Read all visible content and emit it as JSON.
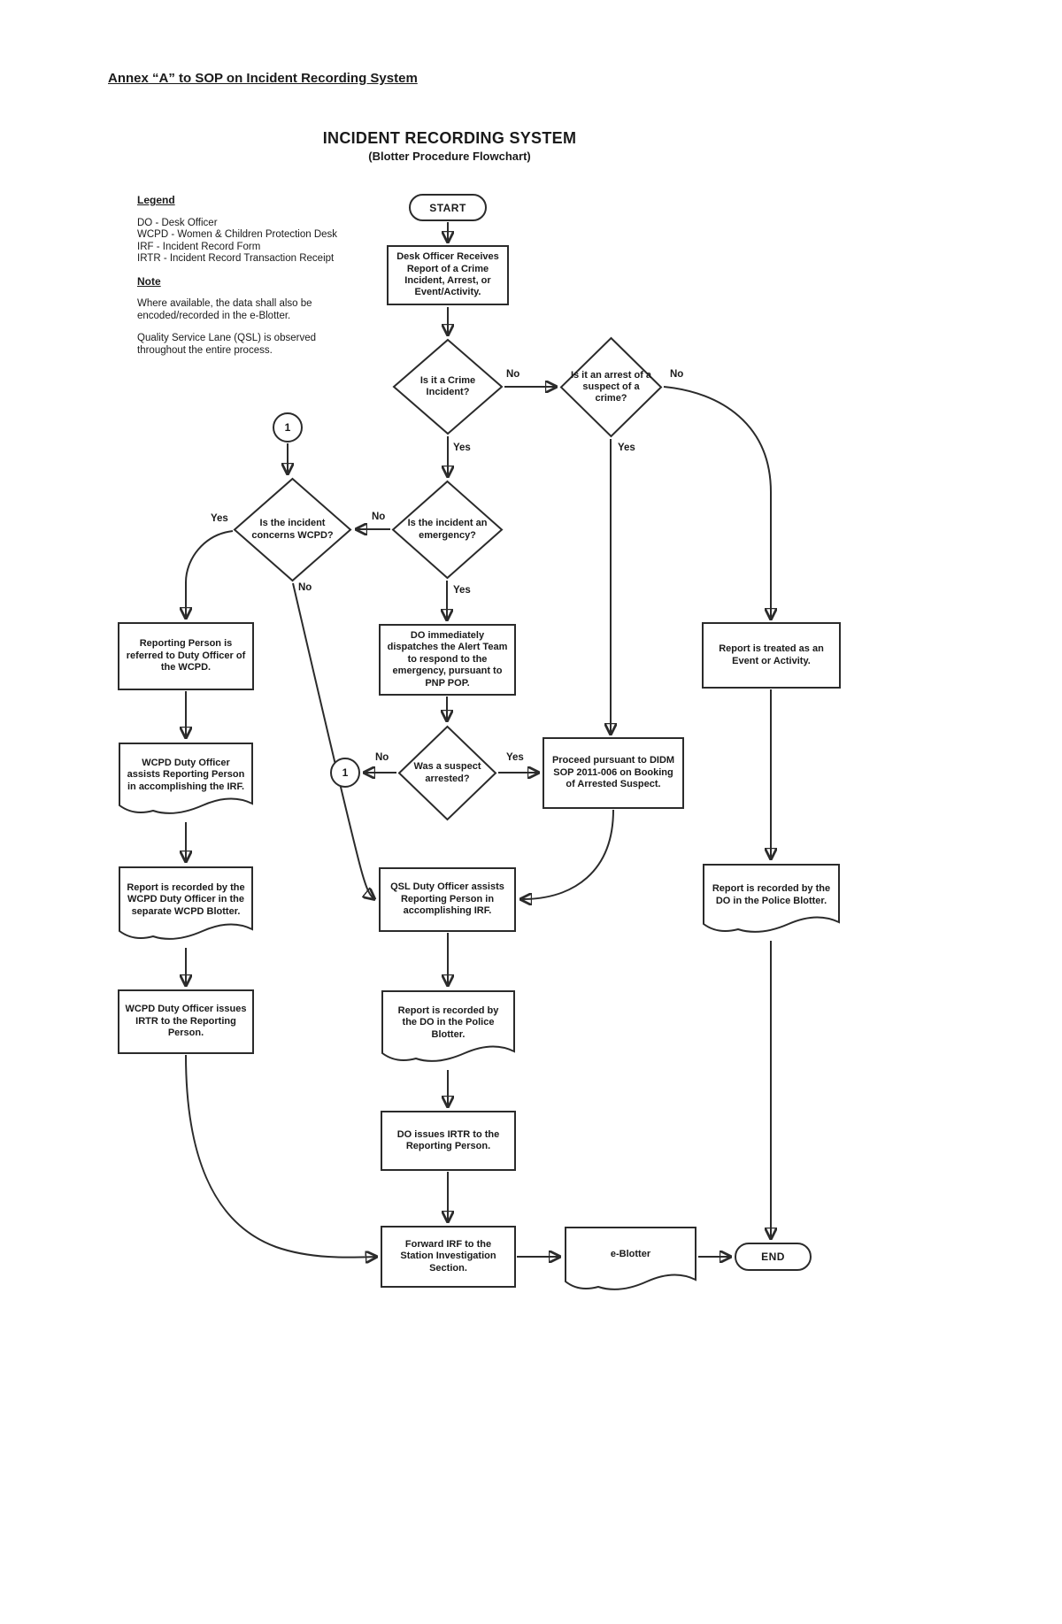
{
  "page": {
    "annex_header": "Annex “A” to SOP on Incident Recording System",
    "title": "INCIDENT RECORDING SYSTEM",
    "subtitle": "(Blotter Procedure Flowchart)"
  },
  "legend": {
    "heading": "Legend",
    "items": [
      "DO - Desk Officer",
      "WCPD - Women & Children Protection Desk",
      "IRF - Incident Record Form",
      "IRTR - Incident Record Transaction Receipt"
    ],
    "note_heading": "Note",
    "note1": "Where available, the data shall also be encoded/recorded in the e-Blotter.",
    "note2": "Quality Service Lane (QSL) is observed throughout the entire process."
  },
  "nodes": {
    "start": "START",
    "receive": "Desk Officer Receives Report of a Crime Incident, Arrest, or Event/Activity.",
    "is_crime": "Is it a Crime Incident?",
    "is_arrest": "Is it an arrest of a suspect of a crime?",
    "connector1": "1",
    "concerns_wcpd": "Is the incident concerns WCPD?",
    "is_emergency": "Is the incident an emergency?",
    "referred": "Reporting Person is referred to Duty Officer of the WCPD.",
    "dispatch": "DO immediately dispatches the Alert Team to respond to the emergency, pursuant to PNP POP.",
    "event": "Report is treated as an Event or Activity.",
    "arrested": "Was a suspect arrested?",
    "proceed": "Proceed pursuant to DIDM SOP 2011-006 on Booking of Arrested Suspect.",
    "wcpd_assists": "WCPD Duty Officer assists Reporting Person in accomplishing the IRF.",
    "wcpd_blotter": "Report is recorded by the WCPD Duty Officer in the separate WCPD Blotter.",
    "qsl_assists": "QSL Duty Officer assists Reporting Person in accomplishing IRF.",
    "blotter_right": "Report is recorded by the DO in the Police Blotter.",
    "wcpd_irtr": "WCPD Duty Officer issues IRTR to the Reporting Person.",
    "blotter_mid": "Report is recorded by the DO in the Police Blotter.",
    "do_irtr": "DO issues IRTR to the Reporting Person.",
    "forward": "Forward IRF to the Station Investigation Section.",
    "eblotter": "e-Blotter",
    "end": "END"
  },
  "edge_labels": {
    "crime_no": "No",
    "arrest_no": "No",
    "crime_yes": "Yes",
    "arrest_yes": "Yes",
    "emergency_no": "No",
    "wcpd_yes": "Yes",
    "wcpd_no": "No",
    "emergency_yes": "Yes",
    "arrested_no": "No",
    "arrested_yes": "Yes"
  }
}
